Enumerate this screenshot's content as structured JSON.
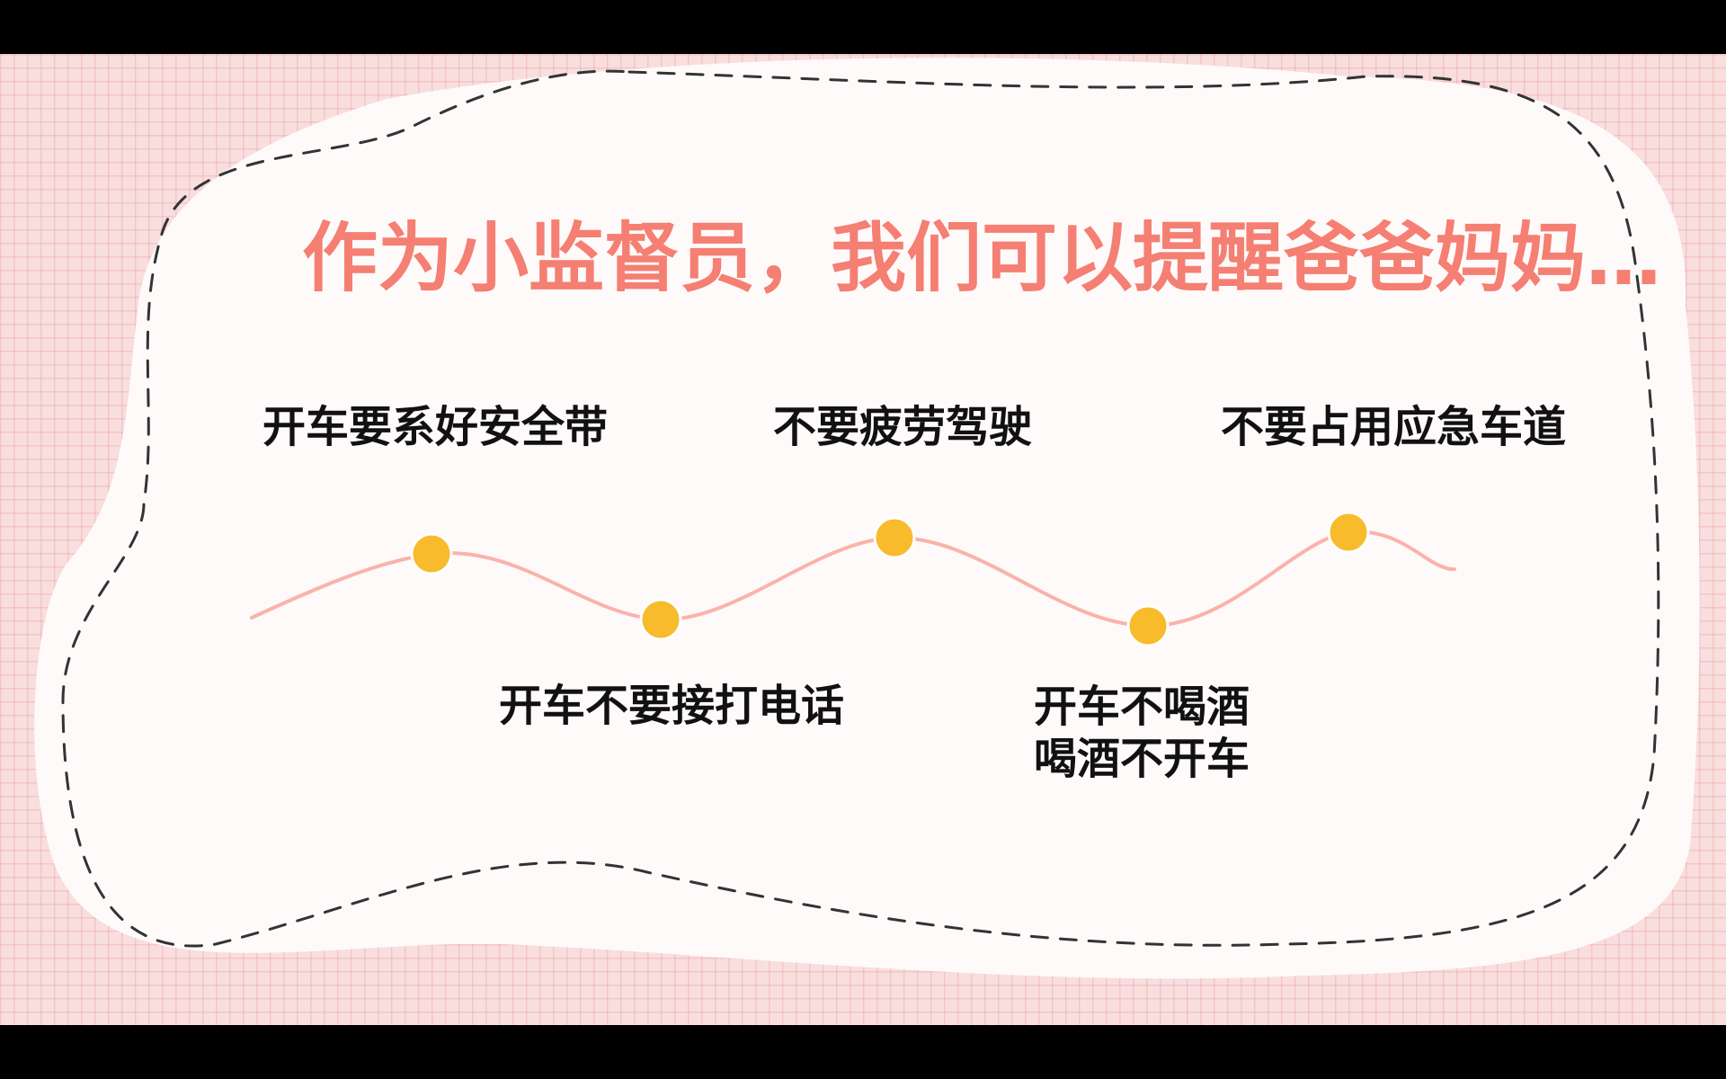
{
  "slide": {
    "title": "作为小监督员，我们可以提醒爸爸妈妈…",
    "colors": {
      "background": "#f9dede",
      "grid": "#e996a0",
      "card": "#fffafa",
      "title": "#f47f72",
      "curve": "#f9b3ab",
      "dot": "#f8bb2c",
      "dashed_border": "#333333",
      "text": "#111111"
    },
    "tips": [
      {
        "lines": [
          "开车要系好安全带"
        ]
      },
      {
        "lines": [
          "开车不要接打电话"
        ]
      },
      {
        "lines": [
          "不要疲劳驾驶"
        ]
      },
      {
        "lines": [
          "开车不喝酒",
          "喝酒不开车"
        ]
      },
      {
        "lines": [
          "不要占用应急车道"
        ]
      }
    ]
  }
}
